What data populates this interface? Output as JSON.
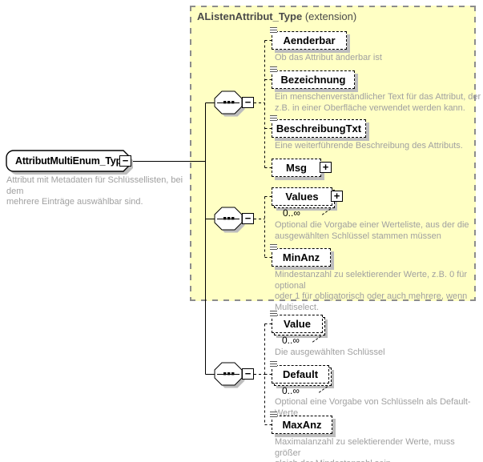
{
  "colors": {
    "frame_background": "#FFFFC4",
    "frame_border": "#8C8C8C",
    "box_shadow": "#BDBDBD",
    "description_text": "#A0A0A0",
    "element_text": "#000000"
  },
  "root": {
    "name": "AttributMultiEnum_Type",
    "description": "Attribut mit Metadaten für Schlüssellisten, bei dem\nmehrere Einträge auswählbar sind."
  },
  "extension_frame": {
    "title": "AListenAttribut_Type",
    "label": "(extension)"
  },
  "compositors": [
    {
      "type": "sequence"
    },
    {
      "type": "sequence"
    },
    {
      "type": "sequence"
    }
  ],
  "elements": [
    {
      "name": "Aenderbar",
      "cardinality": "",
      "expandable": false,
      "multiple": false,
      "description": "Ob das Attribut änderbar ist"
    },
    {
      "name": "Bezeichnung",
      "cardinality": "",
      "expandable": false,
      "multiple": false,
      "description": "Ein menschenverständlicher Text für das Attribut, der\nz.B. in einer Oberfläche verwendet werden kann."
    },
    {
      "name": "BeschreibungTxt",
      "cardinality": "",
      "expandable": false,
      "multiple": false,
      "description": "Eine weiterführende Beschreibung des Attributs."
    },
    {
      "name": "Msg",
      "cardinality": "",
      "expandable": true,
      "multiple": false,
      "description": ""
    },
    {
      "name": "Values",
      "cardinality": "0..∞",
      "expandable": true,
      "multiple": true,
      "description": "Optional die Vorgabe einer Werteliste, aus der die\nausgewählten Schlüssel stammen müssen"
    },
    {
      "name": "MinAnz",
      "cardinality": "",
      "expandable": false,
      "multiple": false,
      "description": "Mindestanzahl zu selektierender Werte, z.B. 0 für optional\noder 1 für obligatorisch oder auch mehrere, wenn\nMultiselect."
    },
    {
      "name": "Value",
      "cardinality": "0..∞",
      "expandable": false,
      "multiple": true,
      "description": "Die ausgewählten Schlüssel"
    },
    {
      "name": "Default",
      "cardinality": "0..∞",
      "expandable": false,
      "multiple": true,
      "description": "Optional eine Vorgabe von Schlüsseln als Default-Werte"
    },
    {
      "name": "MaxAnz",
      "cardinality": "",
      "expandable": false,
      "multiple": false,
      "description": "Maximalanzahl zu selektierender Werte, muss größer\ngleich der Mindestanzahl sein."
    }
  ],
  "icons": {
    "collapse_glyph": "−",
    "expand_glyph": "+"
  }
}
